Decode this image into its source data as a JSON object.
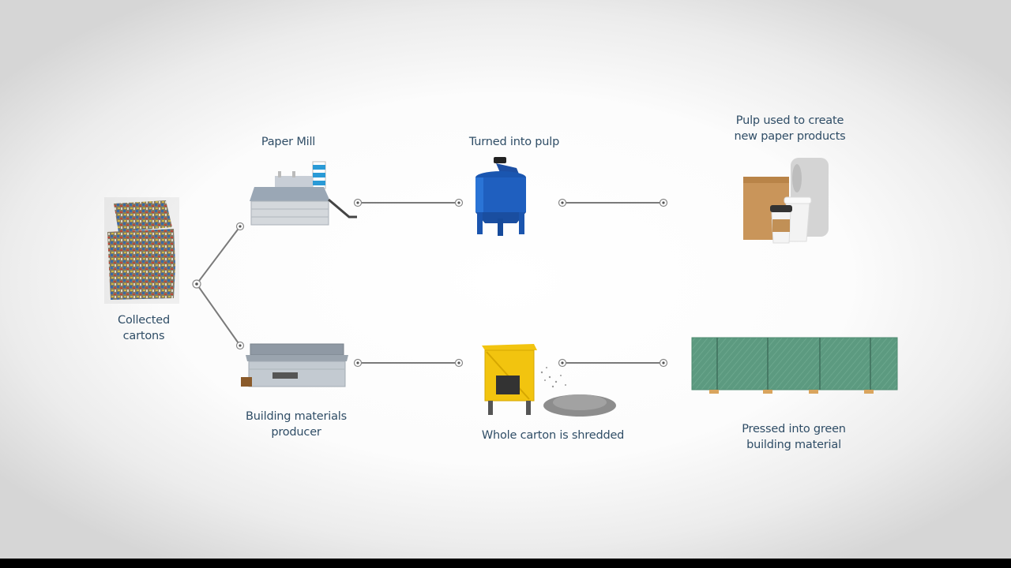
{
  "diagram": {
    "title_text_color": "#2f4d66",
    "start": {
      "label_lines": [
        "Collected",
        "cartons"
      ],
      "icon": "carton-bales-icon"
    },
    "branches": [
      {
        "name": "paper",
        "steps": [
          {
            "label_lines": [
              "Paper Mill"
            ],
            "icon": "paper-mill-building-icon"
          },
          {
            "label_lines": [
              "Turned into pulp"
            ],
            "icon": "pulper-machine-icon"
          },
          {
            "label_lines": [
              "Pulp used to create",
              "new paper products"
            ],
            "icon": "paper-products-icon"
          }
        ]
      },
      {
        "name": "building",
        "steps": [
          {
            "label_lines": [
              "Building materials",
              "producer"
            ],
            "icon": "factory-building-icon"
          },
          {
            "label_lines": [
              "Whole carton is shredded"
            ],
            "icon": "shredder-machine-icon"
          },
          {
            "label_lines": [
              "Pressed into green",
              "building material"
            ],
            "icon": "green-board-stack-icon"
          }
        ]
      }
    ],
    "colors": {
      "pulper_blue": "#1f5fbf",
      "shredder_yellow": "#f2c40f",
      "board_green": "#5c9a80",
      "bag_kraft": "#c9955a",
      "connector": "#777777"
    }
  }
}
